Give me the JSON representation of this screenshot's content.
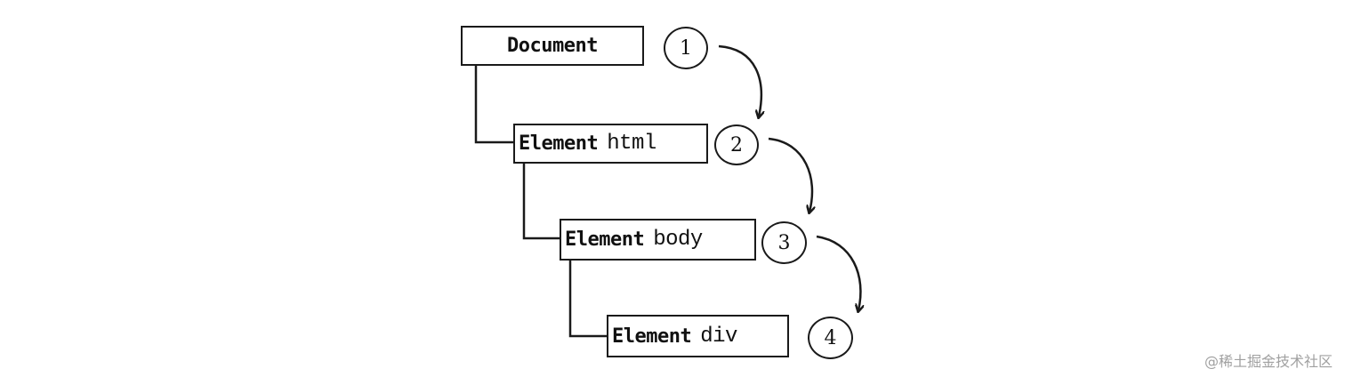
{
  "nodes": [
    {
      "kind": "Document",
      "tag": ""
    },
    {
      "kind": "Element",
      "tag": "html"
    },
    {
      "kind": "Element",
      "tag": "body"
    },
    {
      "kind": "Element",
      "tag": "div"
    }
  ],
  "steps": [
    "1",
    "2",
    "3",
    "4"
  ],
  "watermark": "@稀土掘金技术社区",
  "colors": {
    "stroke": "#1a1a1a",
    "text": "#111111",
    "watermark": "#a0a0a0",
    "background": "#ffffff"
  }
}
